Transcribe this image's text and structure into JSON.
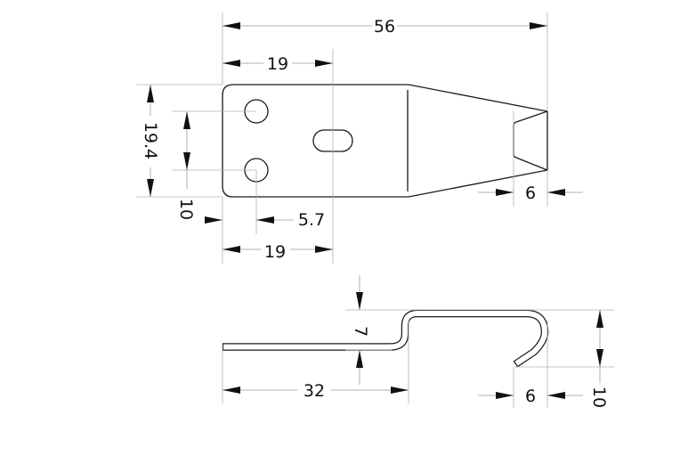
{
  "drawing": {
    "top_view": {
      "overall_length": "56",
      "slot_offset_top": "19",
      "width": "19.4",
      "hole_spacing": "10",
      "hole_offset": "5.7",
      "slot_offset_bottom": "19",
      "tip_notch": "6"
    },
    "side_view": {
      "step_height": "7",
      "flat_length": "32",
      "hook_width": "6",
      "hook_height": "10"
    },
    "line_color": "#1a1a1a",
    "dimension_color": "#999999"
  }
}
